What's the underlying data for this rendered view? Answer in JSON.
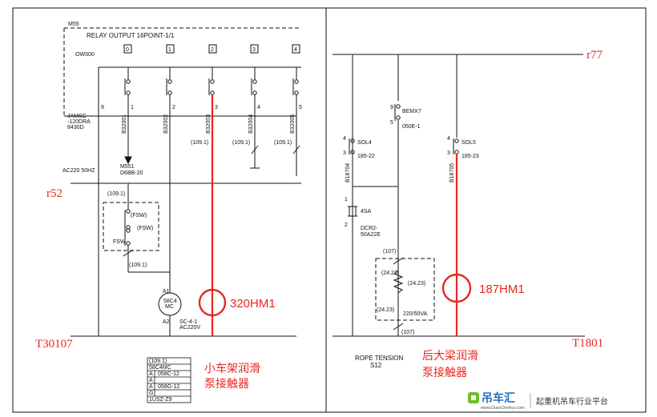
{
  "colors": {
    "line": "#111111",
    "accent_red": "#e8261f",
    "logo_blue": "#1f6fc6",
    "logo_green": "#6cbf2a"
  },
  "left": {
    "header_m55": "M55",
    "header_title": "RELAY OUTPUT 16POINT-1/1",
    "header_ow": "OW300",
    "channels": [
      "0",
      "1",
      "2",
      "3",
      "4"
    ],
    "jamsc": [
      "JAMSC",
      "-120DRA",
      "8430D"
    ],
    "pins": [
      "9",
      "1",
      "2",
      "3",
      "4",
      "5"
    ],
    "wire_labels": [
      "B32001",
      "B32002",
      "B32003",
      "B32004",
      "B32005"
    ],
    "ref_109_a": "(109.1)",
    "ref_109_b": "(109.1)",
    "ref_109_c": "(109.1)",
    "ac_label": "AC220 50HZ",
    "m551_label": [
      "M551",
      "D6BB-20"
    ],
    "r52": "r52",
    "ref_109_d": "(109.1)",
    "fsw_a": "(FSW)",
    "fsw_b": "(FSW)",
    "fsw_c": "FSW",
    "ref_109_e": "(109.1)",
    "a1": "A1",
    "a2": "A2",
    "coil_label": [
      "58C4",
      "MC"
    ],
    "sc_label": [
      "SC-4-1",
      "AC220V"
    ],
    "hm1": "320HM1",
    "t30107": "T30107",
    "cn_label": [
      "小车架润滑",
      "泵接触器"
    ],
    "table_header": "(109.1)",
    "table_title": "58C4MC",
    "table_rows": [
      {
        "k": "A",
        "v": "058C-12"
      },
      {
        "k": "A",
        "v": ""
      },
      {
        "k": "A",
        "v": "058G-12"
      },
      {
        "k": "G",
        "v": ""
      }
    ],
    "table_footer": "1USZ-Z9"
  },
  "right": {
    "r77": "r77",
    "bemx_pins": [
      "9",
      "5"
    ],
    "bemx_label": [
      "BEMX7",
      "050E-1"
    ],
    "sol4_pins": [
      "4",
      "3"
    ],
    "sol4_label": [
      "SOL4",
      "185-22"
    ],
    "sol5_pins": [
      "4",
      "3"
    ],
    "sol5_label": [
      "SOL5",
      "185-23"
    ],
    "wire_a": "B18704",
    "wire_b": "B18705",
    "pin_1": "1",
    "pin_2": "2",
    "fsa": "4SA",
    "dcr_label": [
      "DCR2-",
      "50A22E"
    ],
    "ref_107_a": "(107)",
    "ref_2423_a": "(24.23)",
    "ref_2423_b": "(24.23)",
    "ref_2423_c": "(24.23)",
    "res_label": "220/50VA",
    "ref_107_b": "(107)",
    "hm1": "187HM1",
    "t1801": "T1801",
    "rope_label": [
      "ROPE TENSION",
      "S12"
    ],
    "cn_label": [
      "后大梁润滑",
      "泵接触器"
    ]
  },
  "logo": {
    "name": "吊车汇",
    "url": "www.DiaoCheHui.com",
    "slogan": "起重机吊车行业平台"
  }
}
